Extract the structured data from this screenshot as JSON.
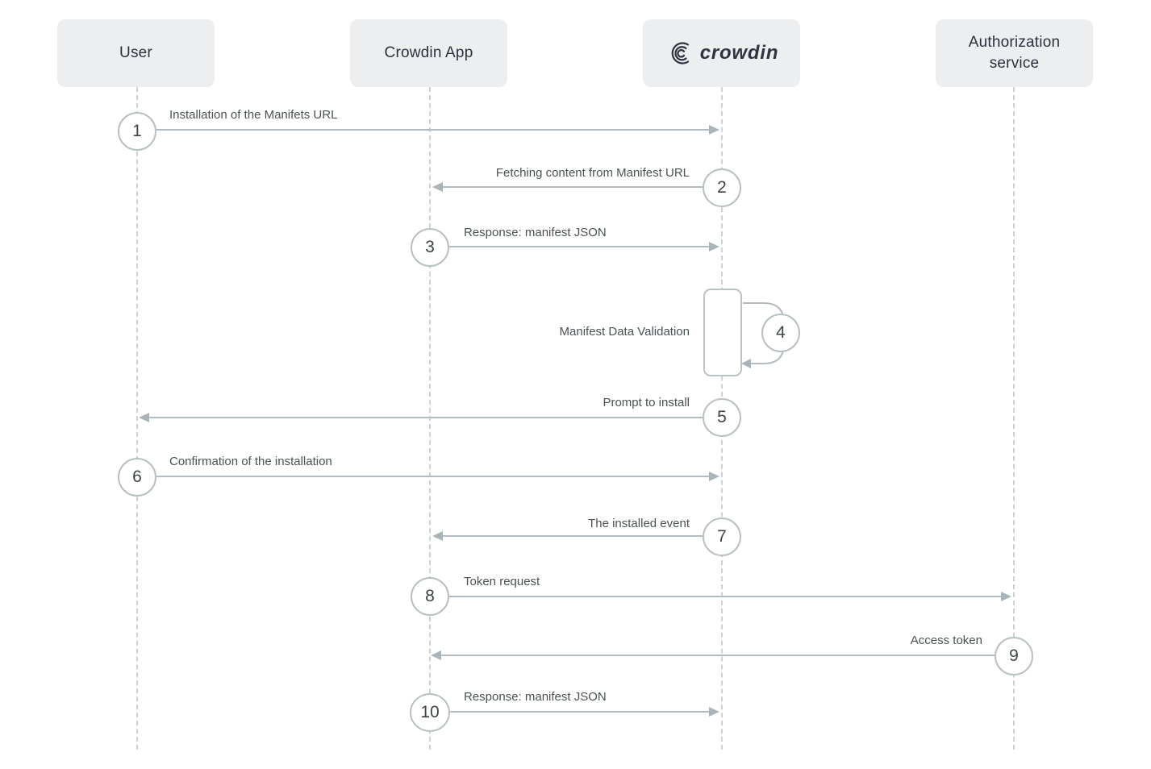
{
  "actors": [
    {
      "id": "user",
      "label": "User"
    },
    {
      "id": "crowdin-app",
      "label": "Crowdin App"
    },
    {
      "id": "crowdin",
      "label": "crowdin",
      "type": "logo-wordmark"
    },
    {
      "id": "authorization-service",
      "label": "Authorization service"
    }
  ],
  "steps": [
    {
      "number": "1",
      "label": "Installation of the Manifets URL",
      "from": "user",
      "to": "crowdin",
      "direction": "right"
    },
    {
      "number": "2",
      "label": "Fetching content from Manifest URL",
      "from": "crowdin",
      "to": "crowdin-app",
      "direction": "left"
    },
    {
      "number": "3",
      "label": "Response: manifest JSON",
      "from": "crowdin-app",
      "to": "crowdin",
      "direction": "right"
    },
    {
      "number": "4",
      "label": "Manifest Data Validation",
      "from": "crowdin",
      "to": "crowdin",
      "direction": "self-loop"
    },
    {
      "number": "5",
      "label": "Prompt to install",
      "from": "crowdin",
      "to": "user",
      "direction": "left"
    },
    {
      "number": "6",
      "label": "Confirmation of the installation",
      "from": "user",
      "to": "crowdin",
      "direction": "right"
    },
    {
      "number": "7",
      "label": "The installed event",
      "from": "crowdin",
      "to": "crowdin-app",
      "direction": "left"
    },
    {
      "number": "8",
      "label": "Token request",
      "from": "crowdin-app",
      "to": "authorization-service",
      "direction": "right"
    },
    {
      "number": "9",
      "label": "Access token",
      "from": "authorization-service",
      "to": "crowdin-app",
      "direction": "left"
    },
    {
      "number": "10",
      "label": "Response: manifest JSON",
      "from": "crowdin-app",
      "to": "crowdin",
      "direction": "right"
    }
  ],
  "colors": {
    "background": "#ffffff",
    "actor_box_bg": "#eceef0",
    "actor_text": "#2b323d",
    "lifeline": "#ccd2d5",
    "arrow_line": "#b3bcc0",
    "arrowhead": "#a9b4b8",
    "circle_border": "#b7c0c2",
    "circle_text": "#3d4547",
    "label_text": "#4a5254",
    "logo_text": "#2e3440"
  }
}
